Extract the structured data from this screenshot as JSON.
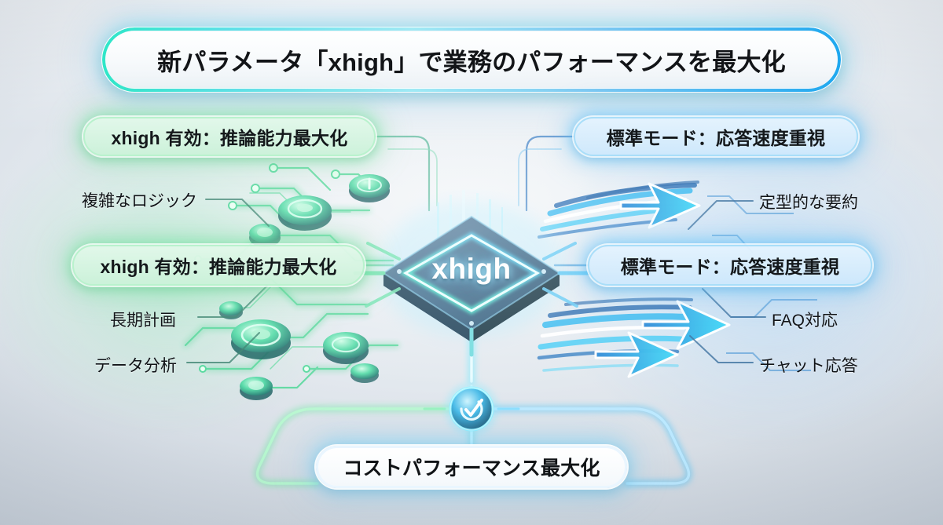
{
  "header": {
    "title": "新パラメータ「xhigh」で業務のパフォーマンスを最大化"
  },
  "center": {
    "chip_label": "xhigh",
    "node_icon": "check-circle-icon"
  },
  "left_branch": {
    "accent": "#3fd98a",
    "pills": [
      {
        "label": "xhigh 有効：推論能力最大化"
      },
      {
        "label": "xhigh 有効：推論能力最大化"
      }
    ],
    "leaves": [
      {
        "label": "複雑なロジック"
      },
      {
        "label": "長期計画"
      },
      {
        "label": "データ分析"
      }
    ]
  },
  "right_branch": {
    "accent": "#2aa8ef",
    "pills": [
      {
        "label": "標準モード：応答速度重視"
      },
      {
        "label": "標準モード：応答速度重視"
      }
    ],
    "leaves": [
      {
        "label": "定型的な要約"
      },
      {
        "label": "FAQ対応"
      },
      {
        "label": "チャット応答"
      }
    ]
  },
  "bottom": {
    "label": "コストパフォーマンス最大化"
  },
  "palette": {
    "background": "#ccd3dc",
    "green_glow": "#6fe6a4",
    "blue_glow": "#49c2f7",
    "cyan_arrow": "#2fd0f5",
    "deep_blue": "#1e5fa8",
    "text": "#121417"
  }
}
